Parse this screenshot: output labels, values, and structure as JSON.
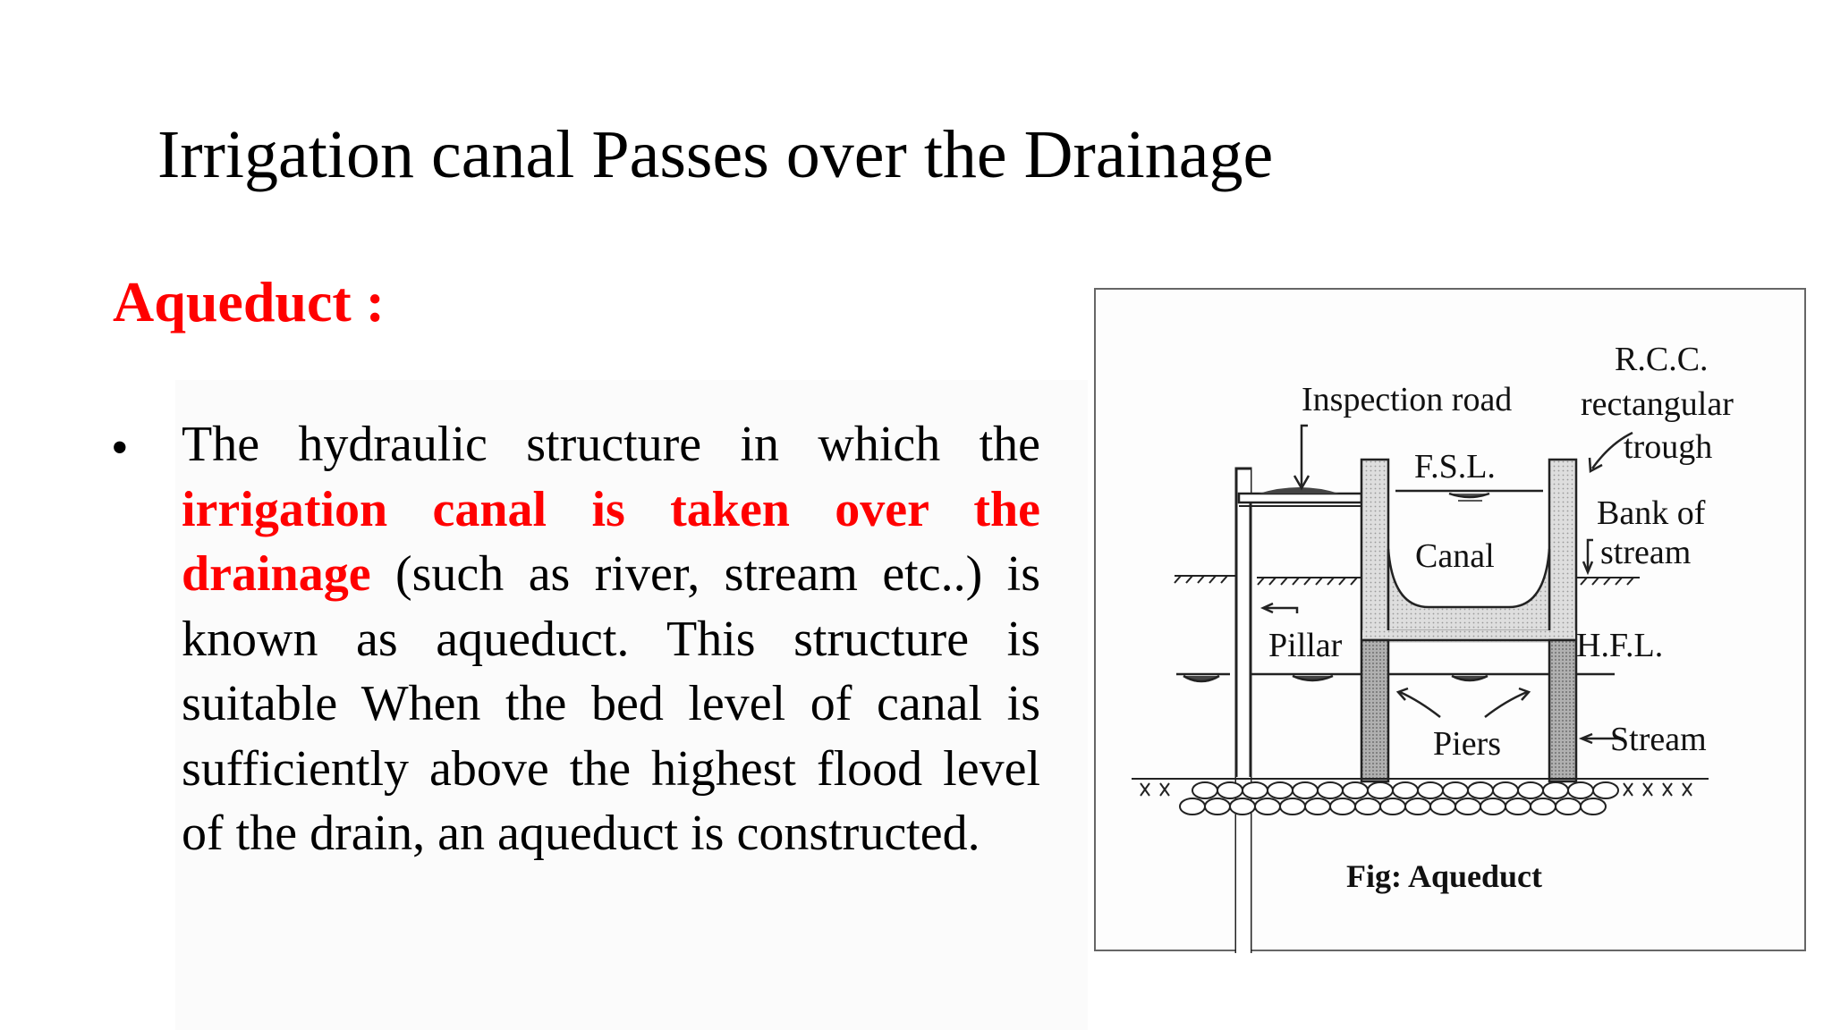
{
  "slide": {
    "title": "Irrigation canal Passes over the Drainage",
    "subtitle": "Aqueduct :",
    "bullet_symbol": "•",
    "paragraph": {
      "part1": "The hydraulic structure in which the ",
      "highlight": "irrigation canal is taken over the drainage",
      "part2": " (such as river, stream etc..) is known as aqueduct. This structure is suitable  When the bed level of canal is sufficiently above the highest flood level of the drain, an aqueduct is constructed."
    }
  },
  "figure": {
    "labels": {
      "inspection_road": "Inspection road",
      "rcc": "R.C.C.",
      "rectangular": "rectangular",
      "trough": "trough",
      "fsl": "F.S.L.",
      "bank_of": "Bank of",
      "stream_bank": "stream",
      "canal": "Canal",
      "pillar": "Pillar",
      "hfl": "H.F.L.",
      "piers": "Piers",
      "stream": "Stream"
    },
    "caption": "Fig: Aqueduct"
  }
}
